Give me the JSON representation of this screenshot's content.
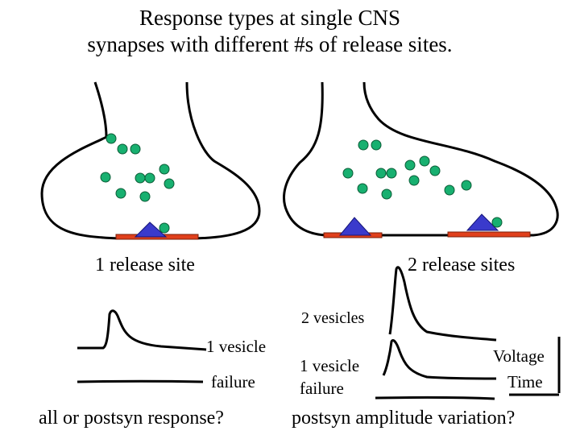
{
  "title": {
    "line1": "Response types at single CNS",
    "line2": "synapses with different #s of release sites."
  },
  "labels": {
    "one_site": "1 release site",
    "two_sites": "2 release sites",
    "left_1_vesicle": "1 vesicle",
    "left_failure": "failure",
    "right_2_vesicles": "2 vesicles",
    "right_1_vesicle": "1 vesicle",
    "right_failure": "failure",
    "scale_voltage": "Voltage",
    "scale_time": "Time",
    "left_question": "all or postsyn response?",
    "right_question": "postsyn amplitude variation?"
  },
  "colors": {
    "vesicle": "#18b070",
    "release_site": "#e0401c",
    "receptor": "#3a3acc",
    "line": "#000000"
  }
}
